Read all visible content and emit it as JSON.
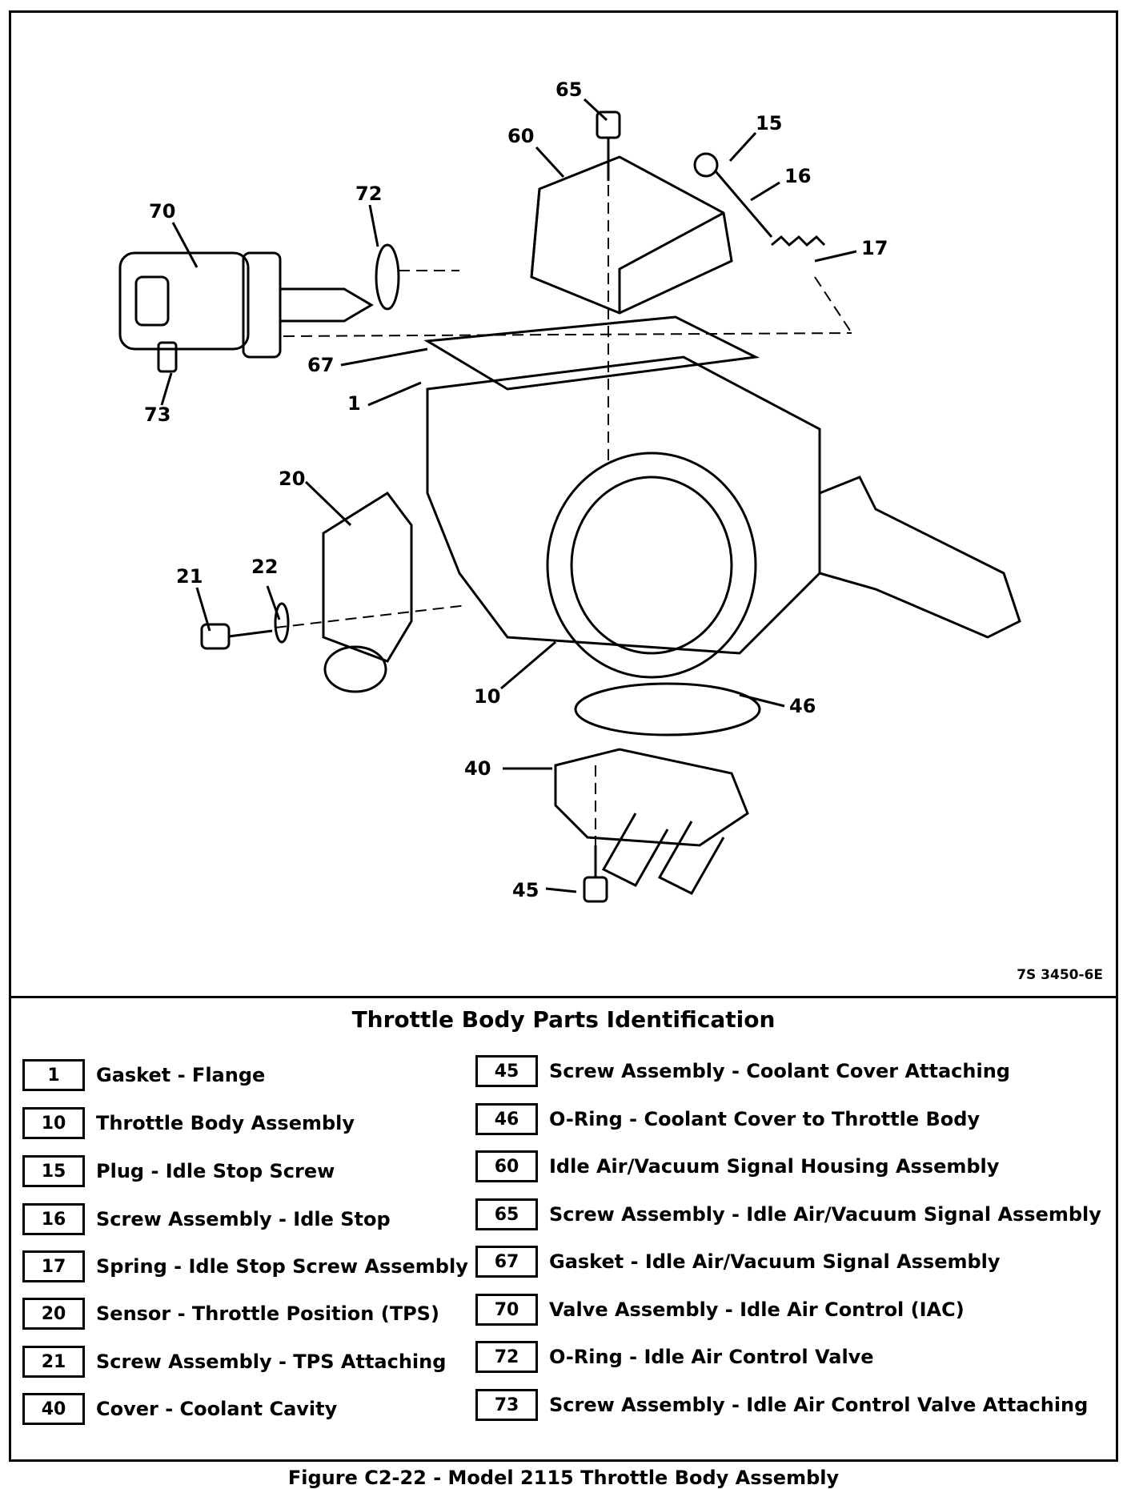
{
  "diagram": {
    "reference_code": "7S 3450-6E",
    "callouts": [
      "65",
      "60",
      "15",
      "16",
      "70",
      "72",
      "17",
      "67",
      "1",
      "73",
      "20",
      "22",
      "21",
      "10",
      "46",
      "40",
      "45"
    ]
  },
  "parts_table": {
    "title": "Throttle Body Parts Identification",
    "left": [
      {
        "num": "1",
        "desc": "Gasket - Flange"
      },
      {
        "num": "10",
        "desc": "Throttle Body Assembly"
      },
      {
        "num": "15",
        "desc": "Plug - Idle Stop Screw"
      },
      {
        "num": "16",
        "desc": "Screw Assembly - Idle Stop"
      },
      {
        "num": "17",
        "desc": "Spring - Idle Stop Screw Assembly"
      },
      {
        "num": "20",
        "desc": "Sensor - Throttle Position (TPS)"
      },
      {
        "num": "21",
        "desc": "Screw Assembly - TPS Attaching"
      },
      {
        "num": "40",
        "desc": "Cover - Coolant Cavity"
      }
    ],
    "right": [
      {
        "num": "45",
        "desc": "Screw Assembly -   Coolant Cover Attaching"
      },
      {
        "num": "46",
        "desc": "O-Ring - Coolant Cover to Throttle Body"
      },
      {
        "num": "60",
        "desc": "Idle Air/Vacuum Signal Housing Assembly"
      },
      {
        "num": "65",
        "desc": "Screw Assembly - Idle Air/Vacuum Signal Assembly"
      },
      {
        "num": "67",
        "desc": "Gasket - Idle Air/Vacuum Signal Assembly"
      },
      {
        "num": "70",
        "desc": "Valve Assembly - Idle Air Control (IAC)"
      },
      {
        "num": "72",
        "desc": "O-Ring - Idle Air Control Valve"
      },
      {
        "num": "73",
        "desc": "Screw Assembly - Idle Air Control Valve Attaching"
      }
    ]
  },
  "caption": "Figure C2-22 - Model 2115 Throttle Body Assembly"
}
